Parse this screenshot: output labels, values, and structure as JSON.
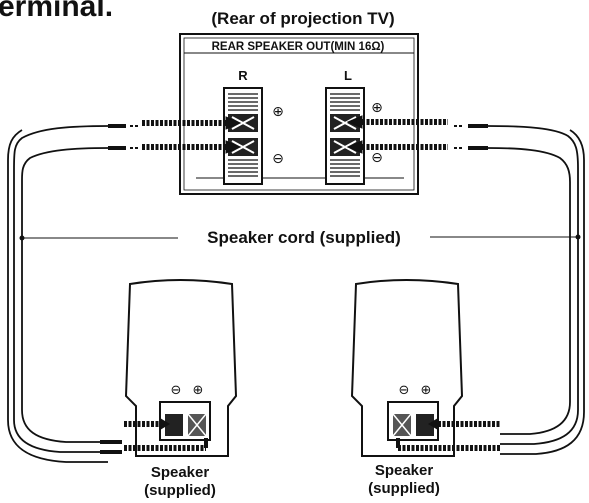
{
  "header": {
    "partial_heading": "terminal.",
    "tv_caption": "(Rear of projection TV)"
  },
  "tv_panel": {
    "terminal_label": "REAR SPEAKER OUT(MIN 16Ω)",
    "right_label": "R",
    "left_label": "L",
    "plus_symbol": "⊕",
    "minus_symbol": "⊖"
  },
  "cord": {
    "label": "Speaker cord (supplied)"
  },
  "speakers": {
    "left": {
      "line1": "Speaker",
      "line2": "(supplied)"
    },
    "right": {
      "line1": "Speaker",
      "line2": "(supplied)"
    },
    "minus_symbol": "⊖",
    "plus_symbol": "⊕"
  }
}
